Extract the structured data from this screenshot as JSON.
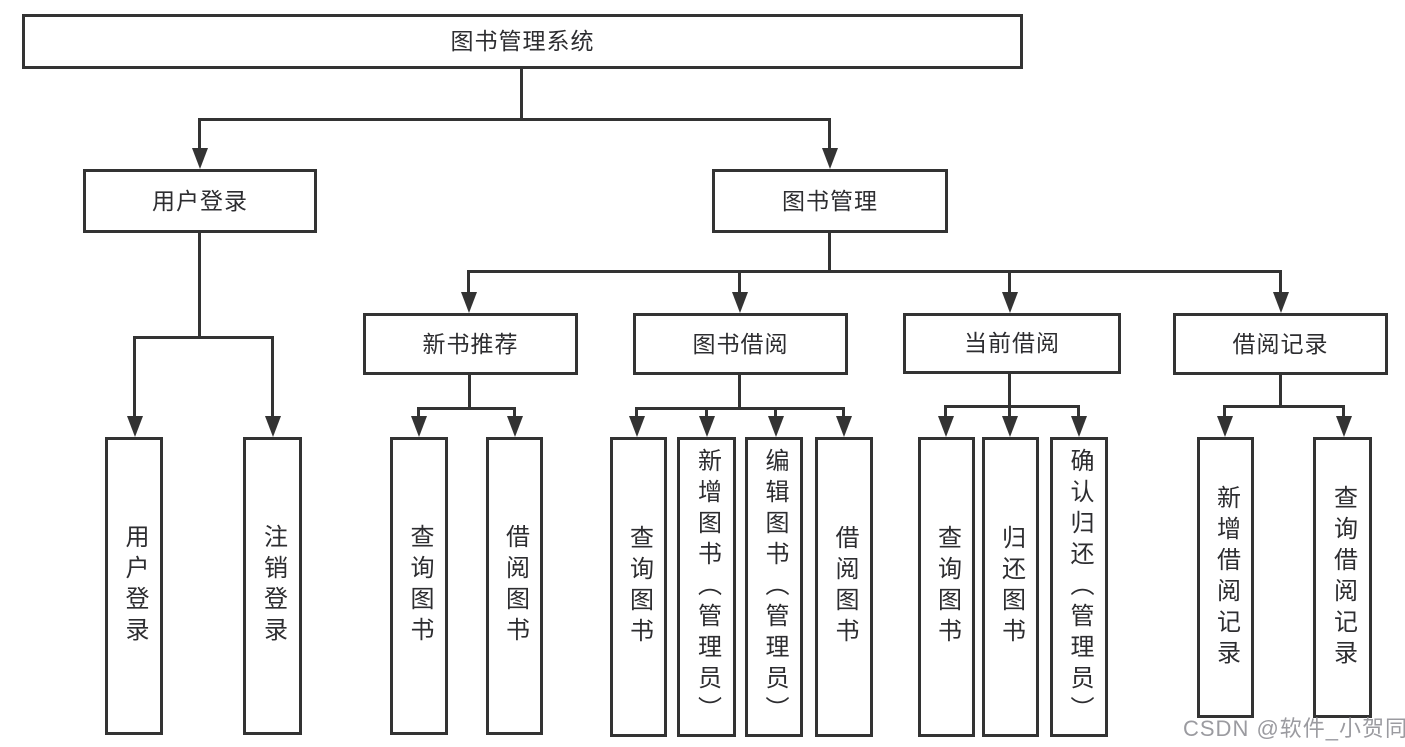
{
  "diagram": {
    "nodes": {
      "root": "图书管理系统",
      "user_login": "用户登录",
      "book_mgmt": "图书管理",
      "new_books": "新书推荐",
      "book_borrow": "图书借阅",
      "current_borrow": "当前借阅",
      "borrow_records": "借阅记录",
      "leaf_user_login": "用户登录",
      "leaf_logout": "注销登录",
      "leaf_nb_query": "查询图书",
      "leaf_nb_borrow": "借阅图书",
      "leaf_bb_query": "查询图书",
      "leaf_bb_add": "新增图书（管理员）",
      "leaf_bb_edit": "编辑图书（管理员）",
      "leaf_bb_borrow": "借阅图书",
      "leaf_cb_query": "查询图书",
      "leaf_cb_return": "归还图书",
      "leaf_cb_confirm": "确认归还（管理员）",
      "leaf_br_add": "新增借阅记录",
      "leaf_br_query": "查询借阅记录"
    },
    "watermark": "CSDN @软件_小贺同学",
    "colors": {
      "line": "#333333",
      "text": "#2d2d30",
      "watermark": "#9b9ba0",
      "background": "#ffffff"
    }
  }
}
